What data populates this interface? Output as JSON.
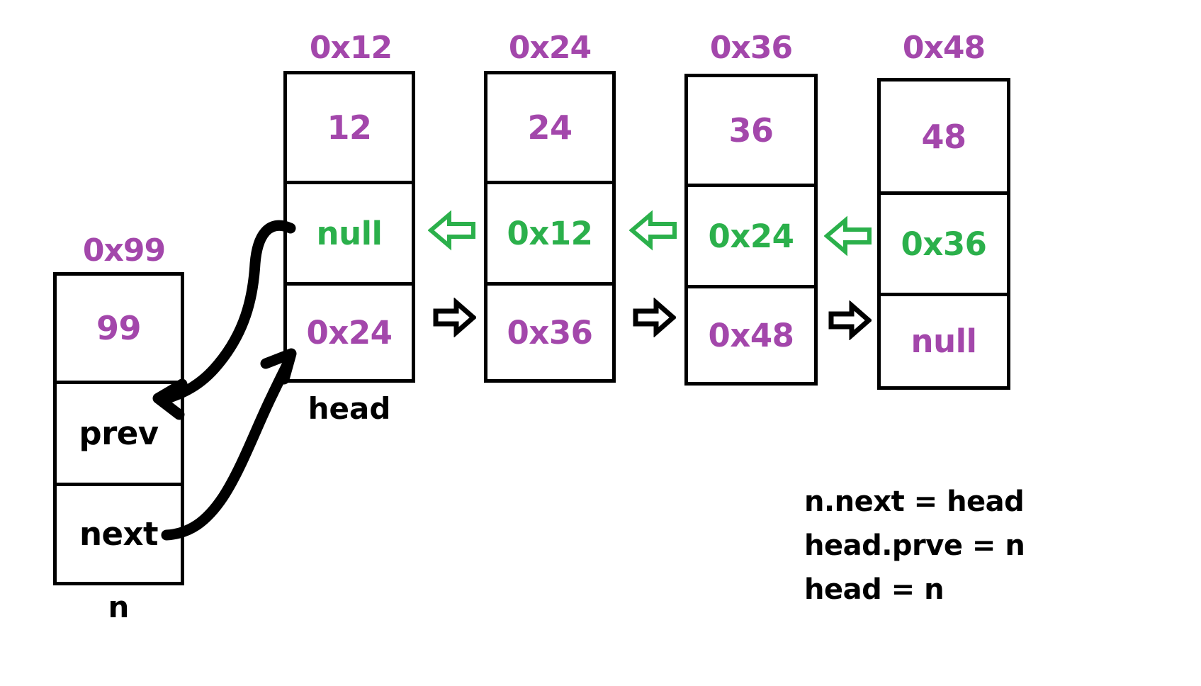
{
  "diagram": {
    "title_text": "",
    "colors": {
      "value_purple": "#a347ab",
      "pointer_green": "#2bb04b",
      "stroke_black": "#000000",
      "background": "#ffffff"
    },
    "new_node": {
      "address_label": "0x99",
      "name_label": "n",
      "cells": [
        {
          "semantic": "data",
          "text": "99",
          "color": "purple"
        },
        {
          "semantic": "prev",
          "text": "prev",
          "color": "black"
        },
        {
          "semantic": "next",
          "text": "next",
          "color": "black"
        }
      ]
    },
    "list_nodes": [
      {
        "address_label": "0x12",
        "name_label": "head",
        "cells": [
          {
            "semantic": "data",
            "text": "12",
            "color": "purple"
          },
          {
            "semantic": "prev",
            "text": "null",
            "color": "green"
          },
          {
            "semantic": "next",
            "text": "0x24",
            "color": "purple"
          }
        ]
      },
      {
        "address_label": "0x24",
        "name_label": "",
        "cells": [
          {
            "semantic": "data",
            "text": "24",
            "color": "purple"
          },
          {
            "semantic": "prev",
            "text": "0x12",
            "color": "green"
          },
          {
            "semantic": "next",
            "text": "0x36",
            "color": "purple"
          }
        ]
      },
      {
        "address_label": "0x36",
        "name_label": "",
        "cells": [
          {
            "semantic": "data",
            "text": "36",
            "color": "purple"
          },
          {
            "semantic": "prev",
            "text": "0x24",
            "color": "green"
          },
          {
            "semantic": "next",
            "text": "0x48",
            "color": "purple"
          }
        ]
      },
      {
        "address_label": "0x48",
        "name_label": "",
        "cells": [
          {
            "semantic": "data",
            "text": "48",
            "color": "purple"
          },
          {
            "semantic": "prev",
            "text": "0x36",
            "color": "green"
          },
          {
            "semantic": "next",
            "text": "null",
            "color": "purple"
          }
        ]
      }
    ],
    "link_arrows": {
      "prev_arrows_icon": "arrow-left-outline-green",
      "next_arrows_icon": "arrow-right-outline-black",
      "prev_arrow_count": 3,
      "next_arrow_count": 3
    },
    "hand_arrows": [
      {
        "semantic": "n-next-to-head",
        "icon": "curved-arrow-icon"
      },
      {
        "semantic": "head-prev-to-n",
        "icon": "curved-arrow-icon"
      }
    ],
    "annotations": [
      "n.next = head",
      "head.prve = n",
      "head = n"
    ]
  }
}
